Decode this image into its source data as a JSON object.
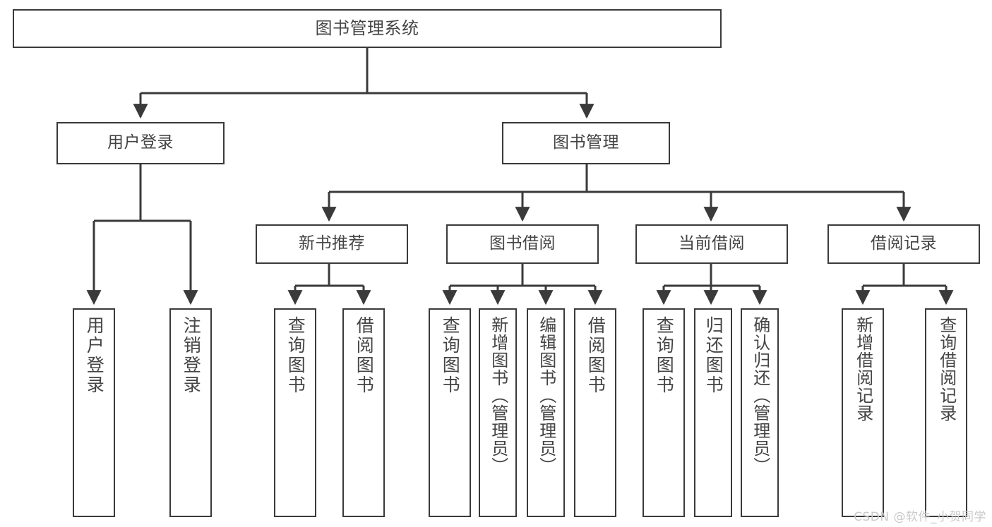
{
  "diagram": {
    "type": "tree-hierarchy",
    "title": "图书管理系统",
    "background_color": "#ffffff",
    "box_border_color": "#3a3a3a",
    "connector_color": "#3a3a3a",
    "text_color": "#444444",
    "levels": 4
  },
  "nodes": {
    "root": {
      "label": "图书管理系统"
    },
    "level2": [
      {
        "id": "user-login",
        "label": "用户登录"
      },
      {
        "id": "book-management",
        "label": "图书管理"
      }
    ],
    "level3": [
      {
        "id": "new-book-recommend",
        "label": "新书推荐"
      },
      {
        "id": "book-borrow",
        "label": "图书借阅"
      },
      {
        "id": "current-borrow",
        "label": "当前借阅"
      },
      {
        "id": "borrow-record",
        "label": "借阅记录"
      }
    ],
    "leaves": {
      "user_login": [
        {
          "id": "leaf-user-login",
          "label": "用户登录"
        },
        {
          "id": "leaf-logout-login",
          "label": "注销登录"
        }
      ],
      "new_book_recommend": [
        {
          "id": "leaf-query-book-1",
          "label": "查询图书"
        },
        {
          "id": "leaf-borrow-book-1",
          "label": "借阅图书"
        }
      ],
      "book_borrow": [
        {
          "id": "leaf-query-book-2",
          "label": "查询图书"
        },
        {
          "id": "leaf-add-book",
          "label": "新增图书（管理员）"
        },
        {
          "id": "leaf-edit-book",
          "label": "编辑图书（管理员）"
        },
        {
          "id": "leaf-borrow-book-2",
          "label": "借阅图书"
        }
      ],
      "current_borrow": [
        {
          "id": "leaf-query-book-3",
          "label": "查询图书"
        },
        {
          "id": "leaf-return-book",
          "label": "归还图书"
        },
        {
          "id": "leaf-confirm-return",
          "label": "确认归还（管理员）"
        }
      ],
      "borrow_record": [
        {
          "id": "leaf-add-record",
          "label": "新增借阅记录"
        },
        {
          "id": "leaf-query-record",
          "label": "查询借阅记录"
        }
      ]
    }
  },
  "watermark": {
    "text": "CSDN @软件_小贺同学"
  },
  "chart_data": {
    "type": "table",
    "title": "图书管理系统 功能结构图",
    "hierarchy": [
      {
        "label": "图书管理系统",
        "children": [
          {
            "label": "用户登录",
            "children": [
              {
                "label": "用户登录",
                "children": []
              },
              {
                "label": "注销登录",
                "children": []
              }
            ]
          },
          {
            "label": "图书管理",
            "children": [
              {
                "label": "新书推荐",
                "children": [
                  {
                    "label": "查询图书",
                    "children": []
                  },
                  {
                    "label": "借阅图书",
                    "children": []
                  }
                ]
              },
              {
                "label": "图书借阅",
                "children": [
                  {
                    "label": "查询图书",
                    "children": []
                  },
                  {
                    "label": "新增图书（管理员）",
                    "children": []
                  },
                  {
                    "label": "编辑图书（管理员）",
                    "children": []
                  },
                  {
                    "label": "借阅图书",
                    "children": []
                  }
                ]
              },
              {
                "label": "当前借阅",
                "children": [
                  {
                    "label": "查询图书",
                    "children": []
                  },
                  {
                    "label": "归还图书",
                    "children": []
                  },
                  {
                    "label": "确认归还（管理员）",
                    "children": []
                  }
                ]
              },
              {
                "label": "借阅记录",
                "children": [
                  {
                    "label": "新增借阅记录",
                    "children": []
                  },
                  {
                    "label": "查询借阅记录",
                    "children": []
                  }
                ]
              }
            ]
          }
        ]
      }
    ]
  }
}
